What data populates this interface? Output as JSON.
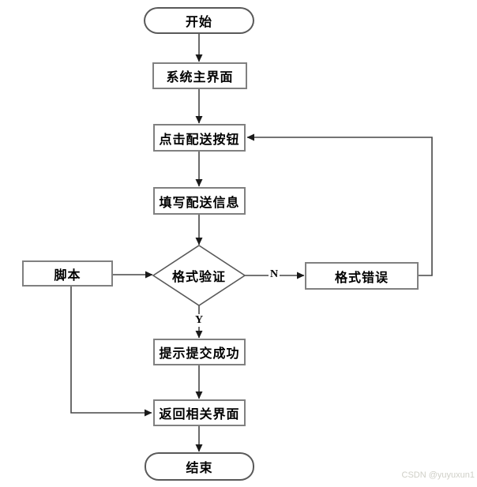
{
  "flowchart": {
    "title": "delivery-submit-flowchart",
    "nodes": {
      "start": {
        "label": "开始",
        "type": "terminator"
      },
      "main_ui": {
        "label": "系统主界面",
        "type": "process"
      },
      "click_delivery": {
        "label": "点击配送按钮",
        "type": "process"
      },
      "fill_info": {
        "label": "填写配送信息",
        "type": "process"
      },
      "script": {
        "label": "脚本",
        "type": "process"
      },
      "validate": {
        "label": "格式验证",
        "type": "decision"
      },
      "format_error": {
        "label": "格式错误",
        "type": "process"
      },
      "success_tip": {
        "label": "提示提交成功",
        "type": "process"
      },
      "return_ui": {
        "label": "返回相关界面",
        "type": "process"
      },
      "end": {
        "label": "结束",
        "type": "terminator"
      }
    },
    "edges": [
      {
        "from": "start",
        "to": "main_ui"
      },
      {
        "from": "main_ui",
        "to": "click_delivery"
      },
      {
        "from": "click_delivery",
        "to": "fill_info"
      },
      {
        "from": "fill_info",
        "to": "validate"
      },
      {
        "from": "script",
        "to": "validate"
      },
      {
        "from": "validate",
        "to": "format_error",
        "label": "N"
      },
      {
        "from": "format_error",
        "to": "click_delivery"
      },
      {
        "from": "validate",
        "to": "success_tip",
        "label": "Y"
      },
      {
        "from": "success_tip",
        "to": "return_ui"
      },
      {
        "from": "script",
        "to": "return_ui"
      },
      {
        "from": "return_ui",
        "to": "end"
      }
    ],
    "edge_labels": {
      "no": "N",
      "yes": "Y"
    },
    "colors": {
      "process_border": "#808080",
      "terminator_border": "#595959",
      "line": "#474747",
      "arrowhead": "#1a1a1a",
      "text": "#000000",
      "watermark": "#cfcfc7",
      "background": "#ffffff"
    }
  },
  "watermark": {
    "text": "CSDN @yuyuxun1"
  }
}
